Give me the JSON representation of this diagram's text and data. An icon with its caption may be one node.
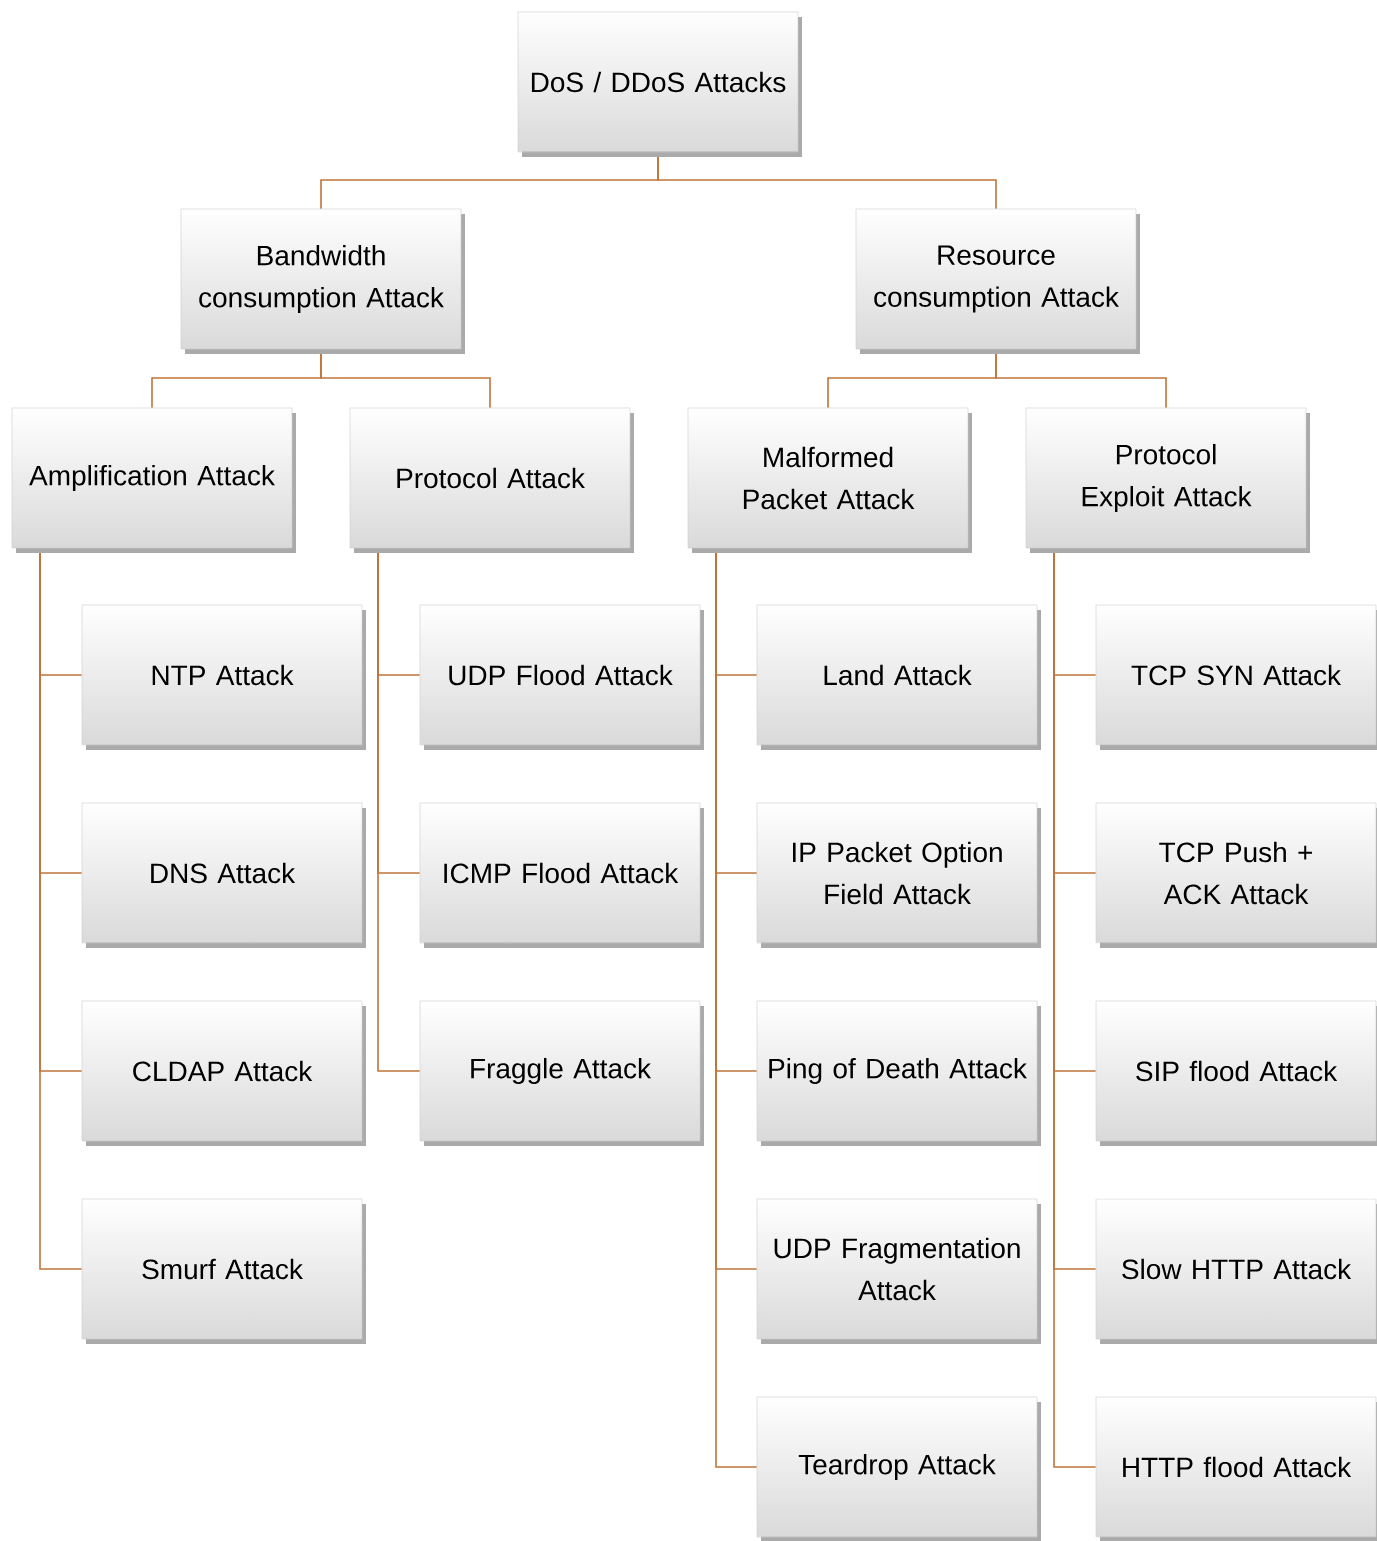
{
  "diagram": {
    "nodes": [
      {
        "text": [
          "DoS / DDoS Attacks"
        ]
      },
      {
        "text": [
          "Bandwidth consumption Attack"
        ]
      },
      {
        "text": [
          "Resource consumption Attack"
        ]
      },
      {
        "text": [
          "Amplification Attack"
        ]
      },
      {
        "text": [
          "Protocol Attack"
        ]
      },
      {
        "text": [
          "Malformed Packet Attack"
        ]
      },
      {
        "text": [
          "Protocol Exploit Attack"
        ]
      },
      {
        "text": [
          "NTP Attack"
        ]
      },
      {
        "text": [
          "DNS Attack"
        ]
      },
      {
        "text": [
          "CLDAP Attack"
        ]
      },
      {
        "text": [
          "Smurf Attack"
        ]
      },
      {
        "text": [
          "UDP Flood Attack"
        ]
      },
      {
        "text": [
          "ICMP Flood Attack"
        ]
      },
      {
        "text": [
          "Fraggle Attack"
        ]
      },
      {
        "text": [
          "Land Attack"
        ]
      },
      {
        "text": [
          "IP Packet Option Field Attack"
        ]
      },
      {
        "text": [
          "Ping of Death Attack"
        ]
      },
      {
        "text": [
          "UDP Fragmentation Attack"
        ]
      },
      {
        "text": [
          "Teardrop Attack"
        ]
      },
      {
        "text": [
          "TCP SYN Attack"
        ]
      },
      {
        "text": [
          "TCP Push + ACK Attack"
        ]
      },
      {
        "text": [
          "SIP flood Attack"
        ]
      },
      {
        "text": [
          "Slow HTTP Attack"
        ]
      },
      {
        "text": [
          "HTTP flood Attack"
        ]
      }
    ],
    "edges": [
      {
        "from": 0,
        "to": 1,
        "arrow": "none"
      },
      {
        "from": 0,
        "to": 2,
        "arrow": "none"
      },
      {
        "from": 1,
        "to": 3,
        "arrow": "none"
      },
      {
        "from": 1,
        "to": 4,
        "arrow": "none"
      },
      {
        "from": 2,
        "to": 5,
        "arrow": "none"
      },
      {
        "from": 2,
        "to": 6,
        "arrow": "none"
      },
      {
        "from": 3,
        "to": 7,
        "arrow": "none"
      },
      {
        "from": 3,
        "to": 8,
        "arrow": "none"
      },
      {
        "from": 3,
        "to": 9,
        "arrow": "none"
      },
      {
        "from": 3,
        "to": 10,
        "arrow": "none"
      },
      {
        "from": 4,
        "to": 11,
        "arrow": "none"
      },
      {
        "from": 4,
        "to": 12,
        "arrow": "none"
      },
      {
        "from": 4,
        "to": 13,
        "arrow": "none"
      },
      {
        "from": 5,
        "to": 14,
        "arrow": "none"
      },
      {
        "from": 5,
        "to": 15,
        "arrow": "none"
      },
      {
        "from": 5,
        "to": 16,
        "arrow": "none"
      },
      {
        "from": 5,
        "to": 17,
        "arrow": "none"
      },
      {
        "from": 5,
        "to": 18,
        "arrow": "none"
      },
      {
        "from": 6,
        "to": 19,
        "arrow": "none"
      },
      {
        "from": 6,
        "to": 20,
        "arrow": "none"
      },
      {
        "from": 6,
        "to": 21,
        "arrow": "none"
      },
      {
        "from": 6,
        "to": 22,
        "arrow": "none"
      },
      {
        "from": 6,
        "to": 23,
        "arrow": "none"
      }
    ]
  }
}
